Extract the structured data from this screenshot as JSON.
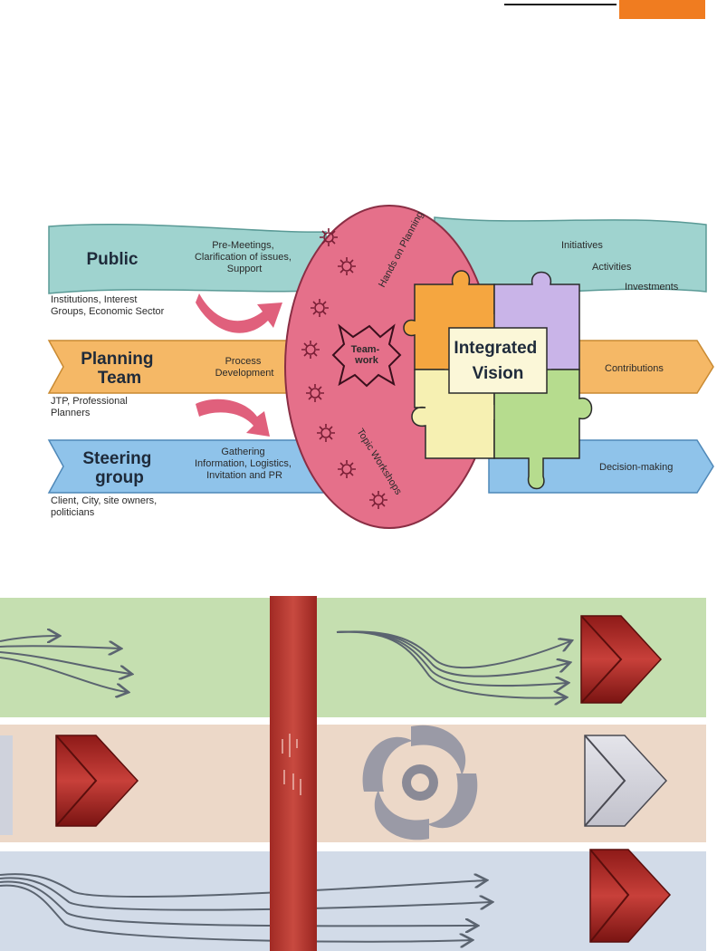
{
  "colors": {
    "accent_orange": "#f07c20",
    "public_band": "#9fd3cf",
    "planning_band": "#f5b866",
    "steering_band": "#8fc3ea",
    "oval": "#e5708a",
    "lane_green": "#c5dfb0",
    "lane_peach": "#ecd8c8",
    "lane_blue": "#d2dbe8",
    "pillar": "#b8342c"
  },
  "diagram": {
    "rows": [
      {
        "title": [
          "Public"
        ],
        "center_text": [
          "Pre-Meetings,",
          "Clarification of issues,",
          "Support"
        ],
        "stakeholders": [
          "Institutions, Interest",
          "Groups, Economic Sector"
        ],
        "outputs": [
          "Initiatives",
          "Activities",
          "Investments"
        ]
      },
      {
        "title": [
          "Planning",
          "Team"
        ],
        "center_text": [
          "Process",
          "Development"
        ],
        "stakeholders": [
          "JTP,  Professional",
          "Planners"
        ],
        "outputs": [
          "Contributions"
        ]
      },
      {
        "title": [
          "Steering",
          "group"
        ],
        "center_text": [
          "Gathering",
          "Information, Logistics,",
          "Invitation and PR"
        ],
        "stakeholders": [
          "Client, City, site owners,",
          "politicians"
        ],
        "outputs": [
          "Decision-making"
        ]
      }
    ],
    "oval": {
      "top_label": "Hands on Planning",
      "center_label": [
        "Team-",
        "work"
      ],
      "bottom_label": "Topic Workshops"
    },
    "vision": [
      "Integrated",
      "Vision"
    ]
  },
  "lower_graphic": {
    "lanes": [
      "green-lane",
      "peach-lane",
      "blue-lane"
    ],
    "arrow_icons": [
      "chevron-arrow-icon",
      "chevron-arrow-icon",
      "chevron-arrow-icon",
      "chevron-arrow-icon"
    ],
    "center_icon": "swirl-icon"
  }
}
